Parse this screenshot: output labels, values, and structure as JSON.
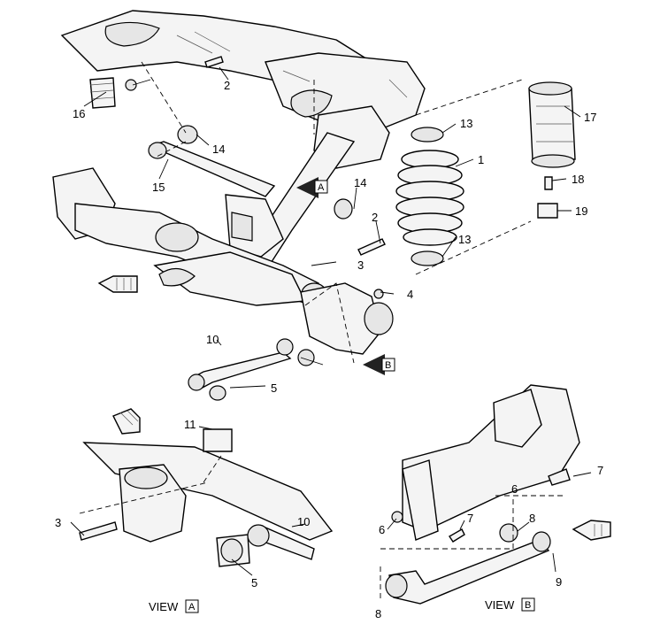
{
  "callouts": {
    "c1": "1",
    "c2a": "2",
    "c2b": "2",
    "c3a": "3",
    "c3b": "3",
    "c4": "4",
    "c5a": "5",
    "c5b": "5",
    "c6a": "6",
    "c6b": "6",
    "c7a": "7",
    "c7b": "7",
    "c8a": "8",
    "c8b": "8",
    "c9": "9",
    "c10a": "10",
    "c10b": "10",
    "c11": "11",
    "c13a": "13",
    "c13b": "13",
    "c14a": "14",
    "c14b": "14",
    "c15": "15",
    "c16": "16",
    "c17": "17",
    "c18": "18",
    "c19": "19"
  },
  "view_markers": {
    "a": "A",
    "b": "B"
  },
  "views": {
    "a": {
      "word": "VIEW",
      "letter": "A"
    },
    "b": {
      "word": "VIEW",
      "letter": "B"
    }
  }
}
